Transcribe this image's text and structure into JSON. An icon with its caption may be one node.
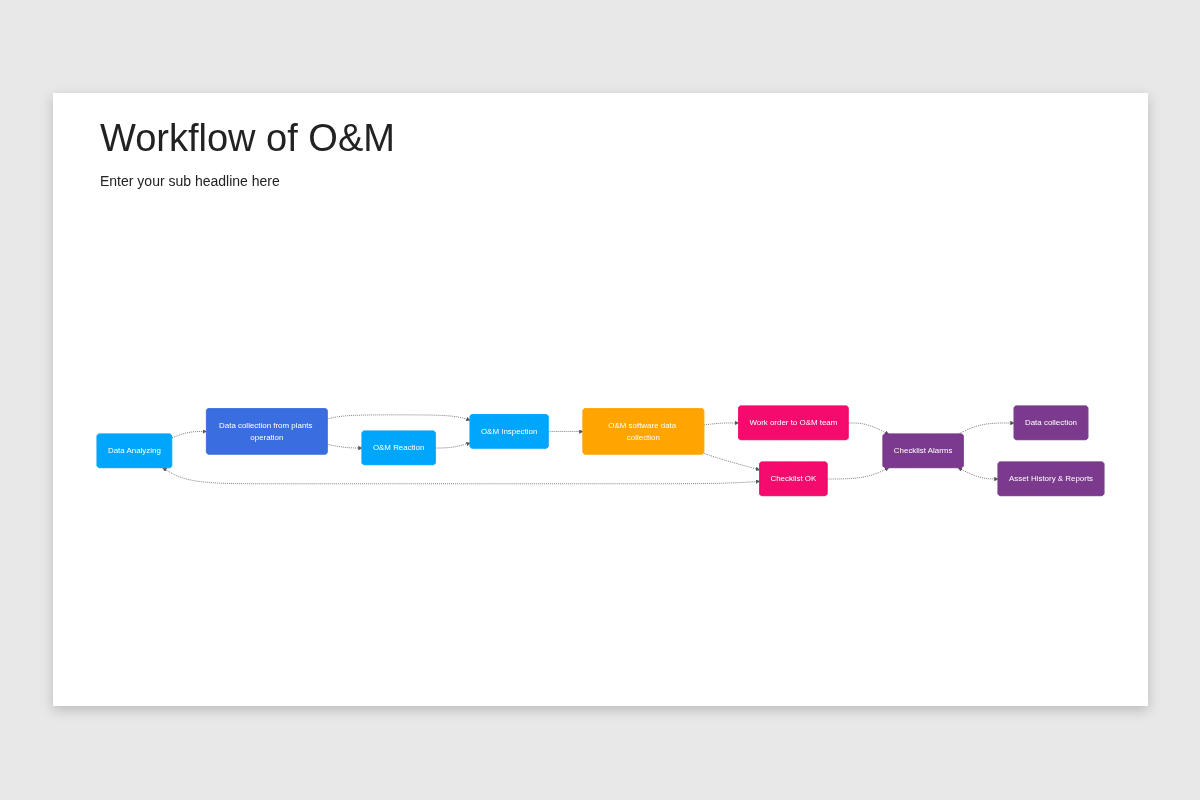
{
  "diagram": {
    "title": "Workflow of O&M",
    "nodes": [
      {
        "text": [
          "Data collection from plants operation"
        ]
      },
      {
        "text": [
          "O&M Reaction"
        ]
      },
      {
        "text": [
          "O&M Inspection"
        ]
      },
      {
        "text": [
          "Data Analyzing"
        ]
      },
      {
        "text": [
          "O&M software data collection"
        ]
      },
      {
        "text": [
          "Work order to O&M team"
        ]
      },
      {
        "text": [
          "Checklist OK"
        ]
      },
      {
        "text": [
          "Data collection"
        ]
      },
      {
        "text": [
          "Checklist Alarms"
        ]
      },
      {
        "text": [
          "Asset History & Reports"
        ]
      }
    ],
    "edges": [
      {
        "from": 0,
        "to": 1,
        "arrow": "to",
        "style": "dashed"
      },
      {
        "from": 0,
        "to": 2,
        "arrow": "to",
        "style": "dashed"
      },
      {
        "from": 1,
        "to": 2,
        "arrow": "to",
        "style": "dashed"
      },
      {
        "from": 2,
        "to": 4,
        "arrow": "to",
        "style": "dashed"
      },
      {
        "from": 4,
        "to": 5,
        "arrow": "to",
        "style": "dashed"
      },
      {
        "from": 4,
        "to": 6,
        "arrow": "to",
        "style": "dashed"
      },
      {
        "from": 5,
        "to": 8,
        "arrow": "to",
        "style": "dashed"
      },
      {
        "from": 6,
        "to": 8,
        "arrow": "to",
        "style": "dashed"
      },
      {
        "from": 8,
        "to": 7,
        "arrow": "to",
        "style": "dashed"
      },
      {
        "from": 8,
        "to": 9,
        "arrow": "both",
        "style": "dashed"
      },
      {
        "from": 3,
        "to": 6,
        "arrow": "both",
        "style": "dashed"
      },
      {
        "from": 3,
        "to": 0,
        "arrow": "to",
        "style": "dashed"
      }
    ],
    "labels": [
      "Enter your sub headline here"
    ]
  }
}
